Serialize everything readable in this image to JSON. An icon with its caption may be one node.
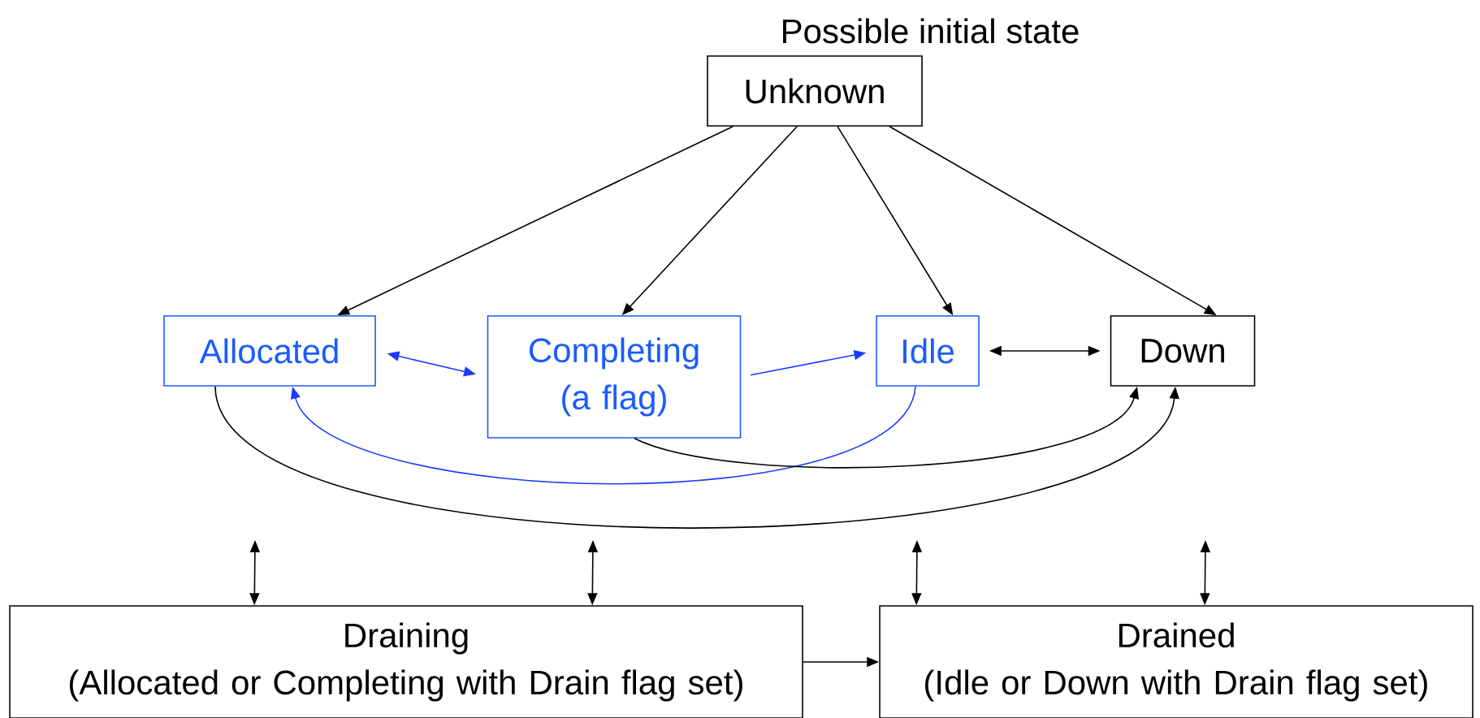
{
  "diagram": {
    "nodes": [
      {
        "text": [
          "Possible initial state",
          "Unknown"
        ]
      },
      {
        "text": [
          "Allocated"
        ]
      },
      {
        "text": [
          "Completing (a flag)"
        ]
      },
      {
        "text": [
          "Idle"
        ]
      },
      {
        "text": [
          "Down"
        ]
      },
      {
        "text": [
          "Draining",
          "(Allocated or Completing with Drain flag set)"
        ]
      },
      {
        "text": [
          "Drained",
          "(Idle or Down with Drain flag set)"
        ]
      }
    ],
    "edges": [
      {
        "from": 0,
        "to": 1,
        "arrow": "to"
      },
      {
        "from": 0,
        "to": 2,
        "arrow": "to"
      },
      {
        "from": 0,
        "to": 3,
        "arrow": "to"
      },
      {
        "from": 0,
        "to": 4,
        "arrow": "to"
      },
      {
        "from": 1,
        "to": 2,
        "arrow": "both",
        "color": "#1a3cff"
      },
      {
        "from": 2,
        "to": 3,
        "arrow": "to",
        "color": "#1a3cff"
      },
      {
        "from": 3,
        "to": 4,
        "arrow": "both"
      },
      {
        "from": 3,
        "to": 1,
        "arrow": "to",
        "color": "#1a3cff"
      },
      {
        "from": 2,
        "to": 4,
        "arrow": "to"
      },
      {
        "from": 1,
        "to": 4,
        "arrow": "to"
      },
      {
        "from": null,
        "to": 5,
        "arrow": "both"
      },
      {
        "from": null,
        "to": 5,
        "arrow": "both"
      },
      {
        "from": null,
        "to": 6,
        "arrow": "both"
      },
      {
        "from": null,
        "to": 6,
        "arrow": "both"
      },
      {
        "from": 5,
        "to": 6,
        "arrow": "to"
      }
    ]
  }
}
